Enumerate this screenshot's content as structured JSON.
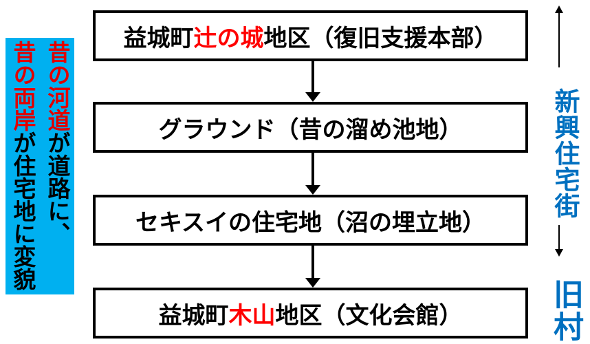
{
  "left_banner": {
    "bg_color": "#00B0F0",
    "lines": [
      {
        "segments": [
          {
            "text": "昔の河道",
            "color": "#E00000"
          },
          {
            "text": "が道路に、",
            "color": "#000000"
          }
        ]
      },
      {
        "segments": [
          {
            "text": "昔の両岸",
            "color": "#E00000"
          },
          {
            "text": "が住宅地に変貌",
            "color": "#000000"
          }
        ]
      }
    ]
  },
  "flowchart": {
    "boxes": [
      {
        "name": "tsujinoshiro",
        "segments": [
          {
            "text": "益城町",
            "color": "#000000"
          },
          {
            "text": "辻の城",
            "color": "#FF0000"
          },
          {
            "text": "地区（復旧支援本部）",
            "color": "#000000"
          }
        ]
      },
      {
        "name": "ground",
        "segments": [
          {
            "text": "グラウンド（昔の溜め池地）",
            "color": "#000000"
          }
        ]
      },
      {
        "name": "sekisui",
        "segments": [
          {
            "text": "セキスイの住宅地（沼の埋立地）",
            "color": "#000000"
          }
        ]
      },
      {
        "name": "kiyama",
        "segments": [
          {
            "text": "益城町",
            "color": "#000000"
          },
          {
            "text": "木山",
            "color": "#FF0000"
          },
          {
            "text": "地区（文化会館）",
            "color": "#000000"
          }
        ]
      }
    ]
  },
  "right_sidebar": {
    "top_label": "新興住宅街",
    "bottom_label": "旧村",
    "text_color": "#0070C0"
  },
  "icons": {
    "flow_connector": "down-arrow",
    "new_town_direction": "up-arrow",
    "old_village_direction": "down-arrow"
  }
}
